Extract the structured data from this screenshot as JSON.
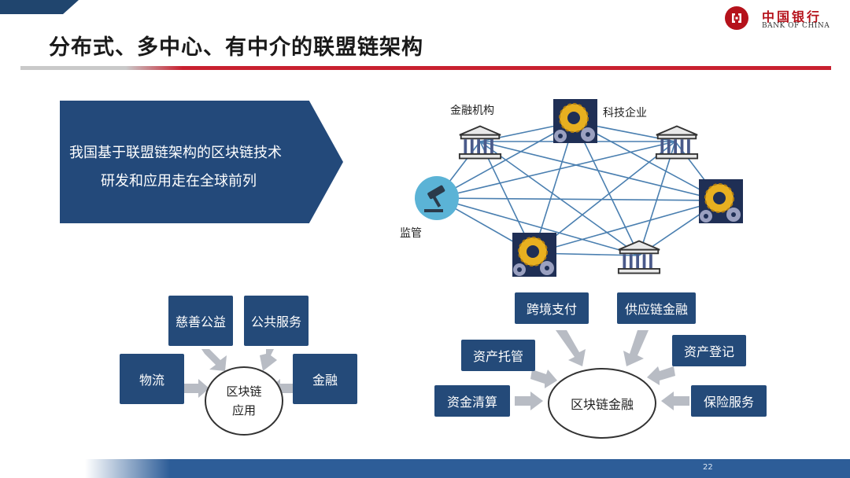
{
  "header": {
    "title": "分布式、多中心、有中介的联盟链架构",
    "logo_cn": "中国银行",
    "logo_en": "BANK OF CHINA"
  },
  "banner": {
    "line1": "我国基于联盟链架构的区块链技术",
    "line2": "研发和应用走在全球前列"
  },
  "network": {
    "labels": {
      "financial": "金融机构",
      "tech": "科技企业",
      "regulator": "监管"
    }
  },
  "applications": {
    "center": [
      "区块链",
      "应用"
    ],
    "items": [
      "慈善公益",
      "公共服务",
      "物流",
      "金融"
    ]
  },
  "finance": {
    "center": "区块链金融",
    "items": [
      "跨境支付",
      "供应链金融",
      "资产托管",
      "资产登记",
      "资金清算",
      "保险服务"
    ]
  },
  "footer": {
    "page": "22"
  },
  "colors": {
    "navy": "#23497a",
    "red": "#c8202f",
    "line": "#4a7fb0",
    "arrow": "#b8bcc4"
  }
}
